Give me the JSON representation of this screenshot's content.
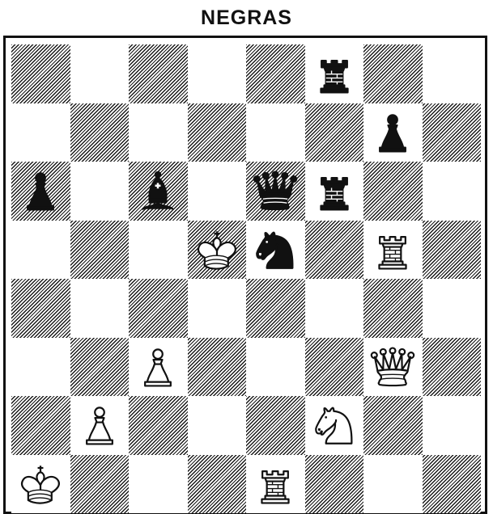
{
  "title": "NEGRAS",
  "board": {
    "light_color": "#ffffff",
    "dark_pattern": "diagonal-hatch",
    "pieces": [
      {
        "square": "f8",
        "color": "black",
        "type": "rook"
      },
      {
        "square": "g7",
        "color": "black",
        "type": "pawn"
      },
      {
        "square": "a6",
        "color": "black",
        "type": "pawn"
      },
      {
        "square": "c6",
        "color": "black",
        "type": "bishop"
      },
      {
        "square": "e6",
        "color": "black",
        "type": "queen"
      },
      {
        "square": "f6",
        "color": "black",
        "type": "rook"
      },
      {
        "square": "d5",
        "color": "white",
        "type": "king"
      },
      {
        "square": "e5",
        "color": "black",
        "type": "knight"
      },
      {
        "square": "g5",
        "color": "white",
        "type": "rook"
      },
      {
        "square": "c3",
        "color": "white",
        "type": "pawn"
      },
      {
        "square": "g3",
        "color": "white",
        "type": "queen"
      },
      {
        "square": "b2",
        "color": "white",
        "type": "pawn"
      },
      {
        "square": "f2",
        "color": "white",
        "type": "knight"
      },
      {
        "square": "a1",
        "color": "white",
        "type": "king"
      },
      {
        "square": "e1",
        "color": "white",
        "type": "rook"
      }
    ]
  }
}
